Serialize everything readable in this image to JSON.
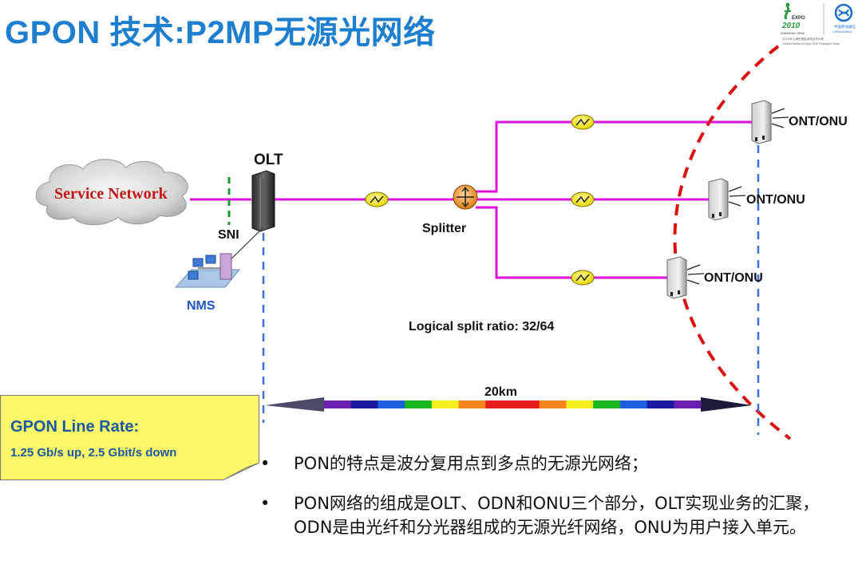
{
  "title": "GPON 技术:P2MP无源光网络",
  "logo": {
    "expo_text": "EXPO",
    "expo_year": "2010",
    "expo_city": "SHANGHAI CHINA",
    "cm_text": "中国移动通信",
    "cm_en": "CHINA MOBILE",
    "partner_line1": "2010年上海世博会全球合作伙伴",
    "partner_line2": "Global Partner of Expo 2010 Shanghai China"
  },
  "diagram": {
    "service_network": "Service Network",
    "olt": "OLT",
    "sni": "SNI",
    "nms": "NMS",
    "splitter": "Splitter",
    "ont1": "ONT/ONU",
    "ont2": "ONT/ONU",
    "ont3": "ONT/ONU",
    "split_ratio": "Logical split ratio: 32/64",
    "distance": "20km"
  },
  "callout": {
    "heading": "GPON Line Rate:",
    "sub": "1.25 Gb/s up, 2.5 Gbit/s down"
  },
  "bullets": [
    "PON的特点是波分复用点到多点的无源光网络；",
    "PON网络的组成是OLT、ODN和ONU三个部分，OLT实现业务的汇聚，ODN是由光纤和分光器组成的无源光纤网络，ONU为用户接入单元。"
  ],
  "colors": {
    "title": "#1e7fd0",
    "fiber": "#e010e0",
    "dashed_boundary": "#dd1111",
    "dashed_vertical": "#3a6fd8",
    "callout_bg": "#fbf86a",
    "callout_text": "#1a5aa0"
  },
  "spectrum_colors": [
    "#6a1fb0",
    "#1a1aa0",
    "#1e5ee0",
    "#19b81f",
    "#f4f01e",
    "#f7851e",
    "#e61c1c",
    "#e61c1c",
    "#f7851e",
    "#f4f01e",
    "#19b81f",
    "#1e5ee0",
    "#1a1aa0",
    "#6a1fb0"
  ]
}
